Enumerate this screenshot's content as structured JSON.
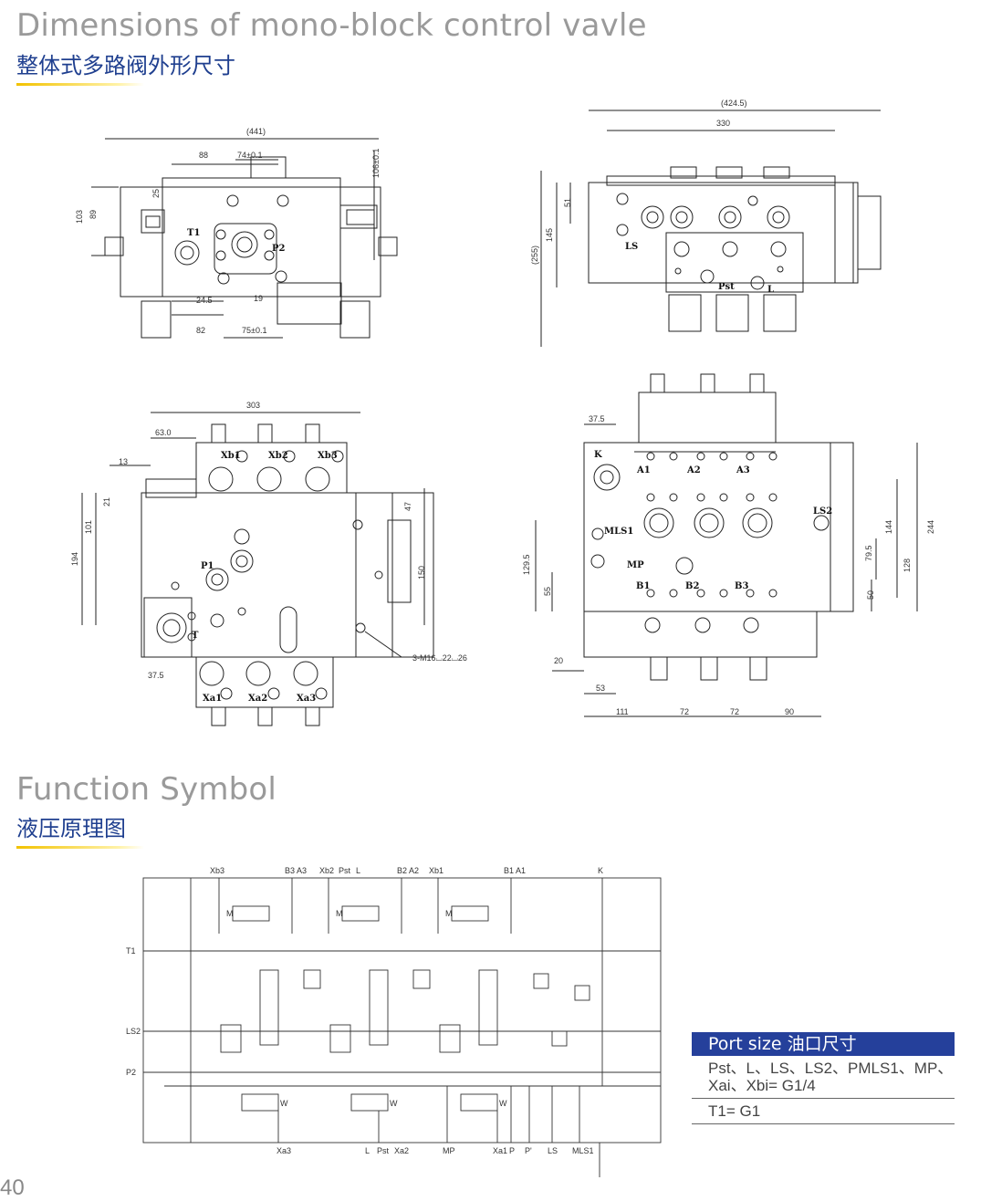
{
  "section1": {
    "title_en": "Dimensions of mono-block control vavle",
    "title_cn": "整体式多路阀外形尺寸"
  },
  "view1": {
    "dims": [
      "(441)",
      "88",
      "74±0.1",
      "106±0.1",
      "25",
      "103",
      "89",
      "24.5",
      "19",
      "82",
      "75±0.1"
    ],
    "ports": [
      "T1",
      "P2"
    ]
  },
  "view2": {
    "dims": [
      "(424.5)",
      "330",
      "51",
      "145",
      "(255)"
    ],
    "ports": [
      "LS",
      "Pst",
      "L"
    ]
  },
  "view3": {
    "dims": [
      "303",
      "63.0",
      "13",
      "21",
      "47",
      "101",
      "194",
      "150",
      "37.5"
    ],
    "ports": [
      "Xb1",
      "Xb2",
      "Xb3",
      "P1",
      "T",
      "Xa1",
      "Xa2",
      "Xa3"
    ],
    "note": "3-M16⌴22⌴26"
  },
  "view4": {
    "dims": [
      "37.5",
      "144",
      "244",
      "79.5",
      "128",
      "50",
      "129.5",
      "55",
      "20",
      "53",
      "111",
      "72",
      "72",
      "90"
    ],
    "ports": [
      "K",
      "A1",
      "A2",
      "A3",
      "LS2",
      "MLS1",
      "MP",
      "B1",
      "B2",
      "B3"
    ]
  },
  "section2": {
    "title_en": "Function Symbol",
    "title_cn": "液压原理图"
  },
  "schematic": {
    "top_labels": [
      "Xb3",
      "B3 A3",
      "Xb2",
      "Pst",
      "L",
      "B2 A2",
      "Xb1",
      "B1 A1",
      "K"
    ],
    "left_labels": [
      "T1",
      "LS2",
      "P2"
    ],
    "bottom_labels": [
      "Xa3",
      "L",
      "Pst",
      "Xa2",
      "MP",
      "Xa1",
      "P",
      "P'",
      "LS",
      "MLS1"
    ],
    "valve_letters": [
      "M",
      "W"
    ]
  },
  "port_size": {
    "header": "Port size 油口尺寸",
    "line1": "Pst、L、LS、LS2、PMLS1、MP、Xai、Xbi= G1/4",
    "line2": "T1= G1"
  },
  "page_number": "40"
}
